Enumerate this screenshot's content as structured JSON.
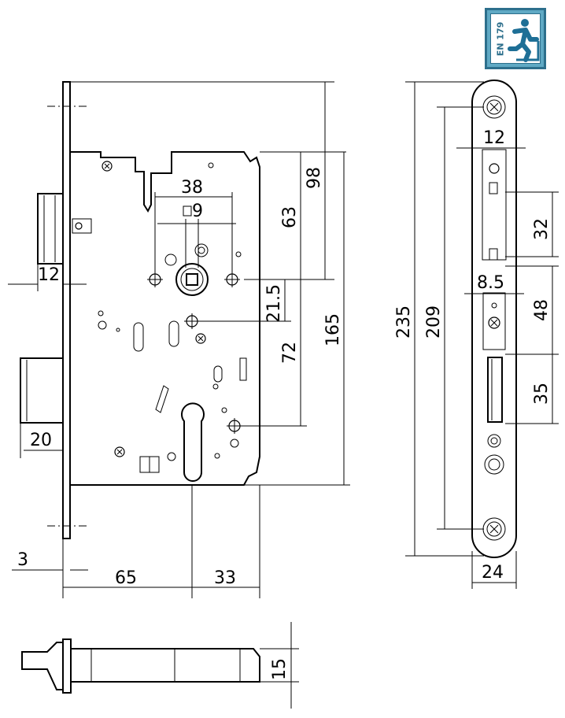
{
  "badge": {
    "text": "EN 179",
    "bg": "#5fa9c4",
    "border": "#2d6f8c"
  },
  "dims": {
    "d38": "38",
    "d9": "9",
    "d98": "98",
    "d63": "63",
    "d12_left": "12",
    "d21_5": "21.5",
    "d72": "72",
    "d165": "165",
    "d20": "20",
    "d3": "3",
    "d65": "65",
    "d33": "33",
    "d235": "235",
    "d209": "209",
    "d12_plate": "12",
    "d32": "32",
    "d8_5": "8.5",
    "d48": "48",
    "d35": "35",
    "d24": "24",
    "d15": "15"
  }
}
